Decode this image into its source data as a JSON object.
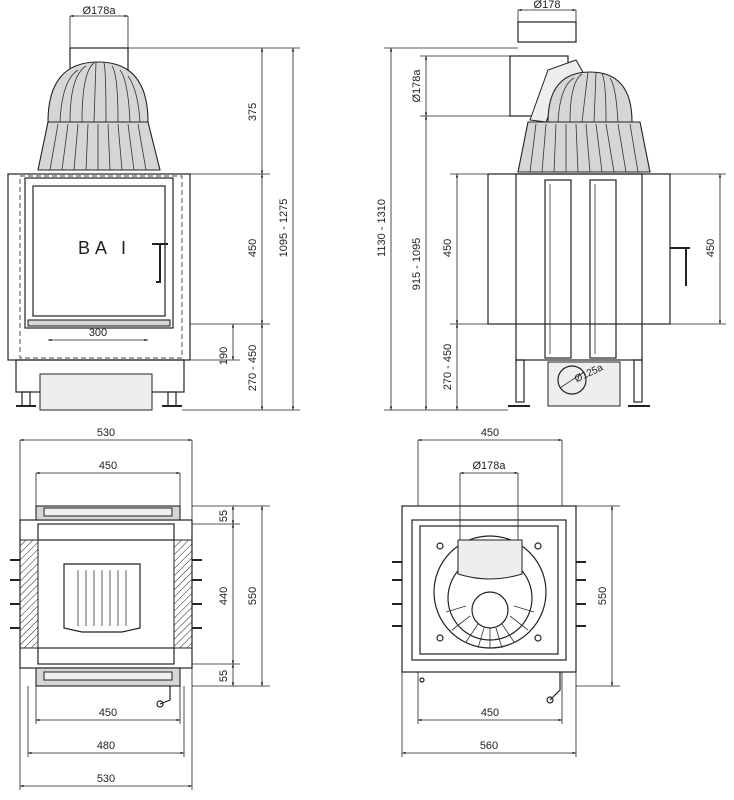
{
  "front_view": {
    "label": "BA I",
    "dim_flue_diameter": "Ø178a",
    "dim_hood_height": "375",
    "dim_glass_height": "450",
    "dim_total_height": "1095 - 1275",
    "dim_base_190": "190",
    "dim_leg_height": "270 - 450",
    "dim_glass_width": "300"
  },
  "side_view": {
    "dim_top_diameter": "Ø178",
    "dim_side_diameter": "Ø178a",
    "dim_total_height": "1130 - 1310",
    "dim_mid_height": "915 - 1095",
    "dim_glass_height_left": "450",
    "dim_glass_height_right": "450",
    "dim_leg_height": "270 - 450",
    "dim_air_inlet": "Ø125a"
  },
  "plan_front": {
    "dim_top_530": "530",
    "dim_top_450": "450",
    "dim_55_top": "55",
    "dim_440": "440",
    "dim_550": "550",
    "dim_55_bottom": "55",
    "dim_bottom_450": "450",
    "dim_bottom_480": "480",
    "dim_bottom_530": "530"
  },
  "plan_top": {
    "dim_top_450": "450",
    "dim_flue": "Ø178a",
    "dim_550": "550",
    "dim_bottom_450": "450",
    "dim_bottom_560": "560"
  }
}
